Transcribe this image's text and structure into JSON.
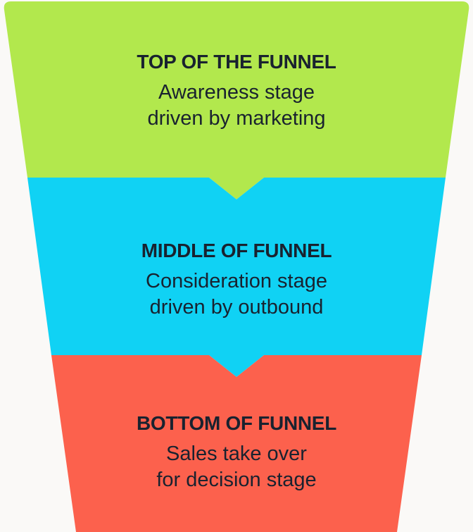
{
  "diagram": {
    "background_color": "#FAF9F7",
    "text_color": "#19222F",
    "type": "funnel",
    "sections": [
      {
        "id": "top",
        "title": "TOP OF THE FUNNEL",
        "line1": "Awareness stage",
        "line2": "driven by marketing",
        "color": "#B2E84D"
      },
      {
        "id": "middle",
        "title": "MIDDLE OF FUNNEL",
        "line1": "Consideration stage",
        "line2": "driven by outbound",
        "color": "#10D2F4"
      },
      {
        "id": "bottom",
        "title": "BOTTOM OF FUNNEL",
        "line1": "Sales take over",
        "line2": "for decision stage",
        "color": "#FC614D"
      }
    ]
  }
}
